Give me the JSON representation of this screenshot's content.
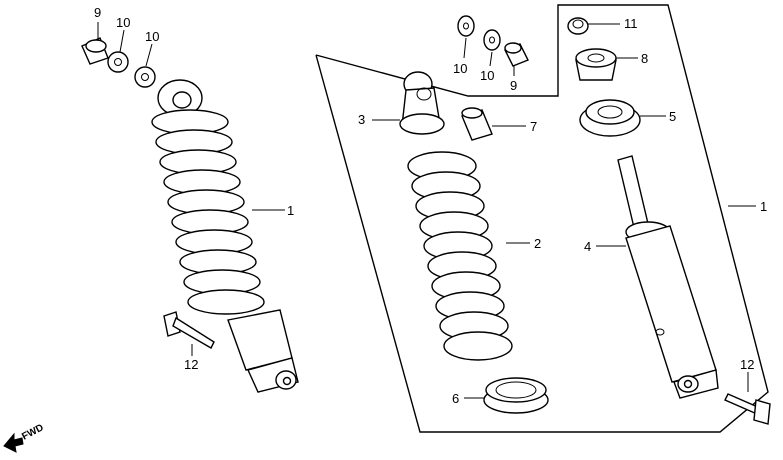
{
  "labels": {
    "l9_left": "9",
    "l10_left_a": "10",
    "l10_left_b": "10",
    "l1_left": "1",
    "l12_left": "12",
    "l10_mid_a": "10",
    "l10_mid_b": "10",
    "l9_mid": "9",
    "l11": "11",
    "l8": "8",
    "l3": "3",
    "l7": "7",
    "l5": "5",
    "l2": "2",
    "l4": "4",
    "l1_right": "1",
    "l6": "6",
    "l12_right": "12"
  },
  "fwd": "FWD"
}
